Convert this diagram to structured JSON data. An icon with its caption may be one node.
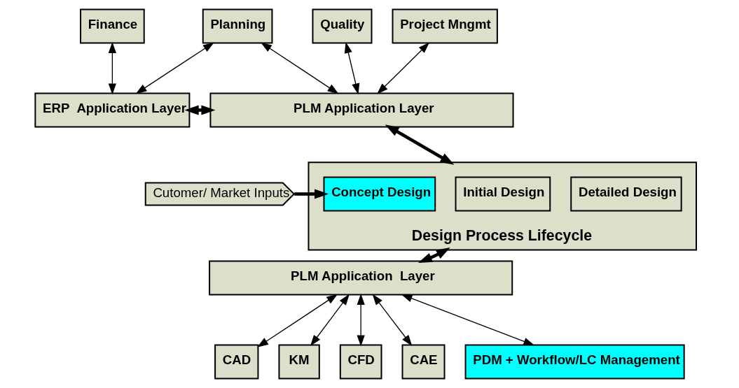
{
  "diagram": {
    "nodes": [
      {
        "text": [
          "Finance"
        ]
      },
      {
        "text": [
          "Planning"
        ]
      },
      {
        "text": [
          "Quality"
        ]
      },
      {
        "text": [
          "Project Mngmt"
        ]
      },
      {
        "text": [
          "ERP  Application Layer"
        ]
      },
      {
        "text": [
          "PLM Application Layer"
        ]
      },
      {
        "text": [
          "Design Process Lifecycle"
        ]
      },
      {
        "text": [
          "Concept Design"
        ],
        "in": 6
      },
      {
        "text": [
          "Initial Design"
        ],
        "in": 6
      },
      {
        "text": [
          "Detailed Design"
        ],
        "in": 6
      },
      {
        "text": [
          "Cutomer/ Market Inputs"
        ]
      },
      {
        "text": [
          "PLM Application  Layer"
        ]
      },
      {
        "text": [
          "CAD"
        ]
      },
      {
        "text": [
          "KM"
        ]
      },
      {
        "text": [
          "CFD"
        ]
      },
      {
        "text": [
          "CAE"
        ]
      },
      {
        "text": [
          "PDM + Workflow/LC Management"
        ]
      }
    ],
    "edges": [
      {
        "from": 0,
        "to": 4,
        "arrow": "both"
      },
      {
        "from": 1,
        "to": 4,
        "arrow": "both"
      },
      {
        "from": 1,
        "to": 5,
        "arrow": "both"
      },
      {
        "from": 2,
        "to": 5,
        "arrow": "both"
      },
      {
        "from": 3,
        "to": 5,
        "arrow": "both"
      },
      {
        "from": 4,
        "to": 5,
        "arrow": "both",
        "style": "thick"
      },
      {
        "from": 5,
        "to": 6,
        "arrow": "both",
        "style": "thick"
      },
      {
        "from": 10,
        "to": 7,
        "arrow": "to",
        "style": "thick"
      },
      {
        "from": 6,
        "to": 11,
        "arrow": "both",
        "style": "thick"
      },
      {
        "from": 11,
        "to": 12,
        "arrow": "both"
      },
      {
        "from": 11,
        "to": 13,
        "arrow": "both"
      },
      {
        "from": 11,
        "to": 14,
        "arrow": "both"
      },
      {
        "from": 11,
        "to": 15,
        "arrow": "both"
      },
      {
        "from": 11,
        "to": 16,
        "arrow": "both"
      }
    ]
  }
}
